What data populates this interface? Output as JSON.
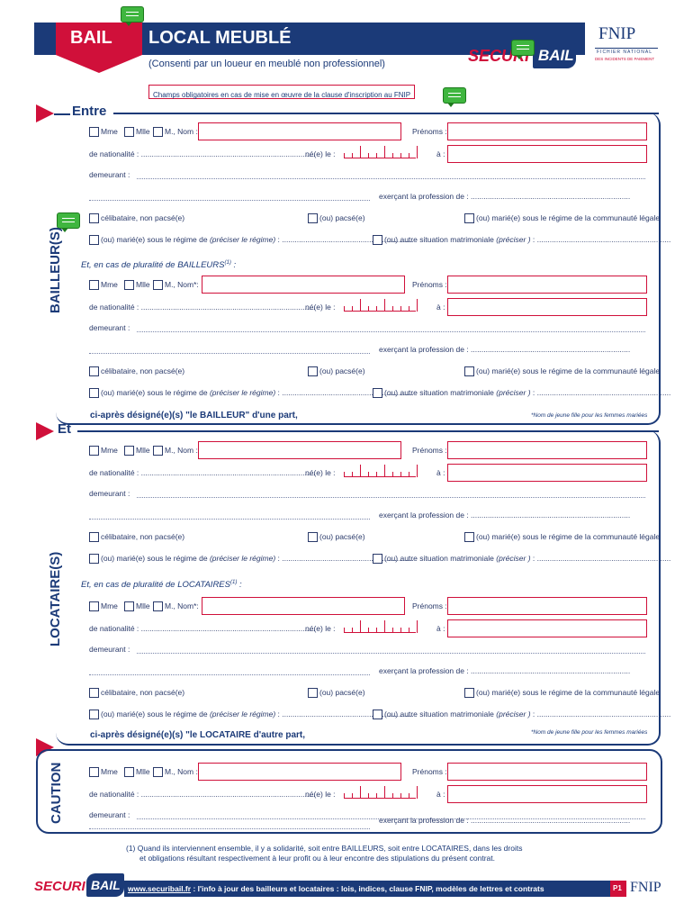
{
  "header": {
    "bail_tab": "BAIL",
    "title": "LOCAL MEUBLÉ",
    "subtitle": "(Consenti par un loueur en meublé non professionnel)",
    "required_note": "Champs obligatoires en cas de mise en œuvre de la clause d'inscription au FNIP",
    "securibail_left": "SECURI",
    "securibail_right": "BAIL",
    "fnip": "FNIP",
    "fnip_sub1": "FICHIER NATIONAL",
    "fnip_sub2": "DES INCIDENTS DE PAIEMENT"
  },
  "labels": {
    "entre": "Entre",
    "et": "Et",
    "bailleurs_side": "BAILLEUR(S)",
    "locataires_side": "LOCATAIRE(S)",
    "caution_side": "CAUTION",
    "mme": "Mme",
    "mlle": "Mlle",
    "m_nom": "M., Nom :",
    "m_nom_star": "M., Nom*:",
    "prenoms": "Prénoms :",
    "nationalite": "de nationalité : ..................................................................................",
    "nee_le": "né(e) le :",
    "a": "à :",
    "demeurant": "demeurant :",
    "profession": "exerçant la profession de : ...........................................................................",
    "celibataire": "célibataire, non pacsé(e)",
    "pacse": "(ou)  pacsé(e)",
    "marie_communaute": "(ou) marié(e) sous le régime de la communauté légale",
    "marie_regime_a": "(ou) marié(e) sous le régime de ",
    "marie_regime_b": "(préciser le régime)",
    "marie_regime_c": " : ..............................................................",
    "autre_a": "(ou) autre situation matrimoniale ",
    "autre_b": "(préciser )",
    "autre_c": " : ...............................................................",
    "pluralite_bailleurs": "Et, en cas de pluralité de BAILLEURS",
    "pluralite_locataires": "Et, en cas de pluralité de LOCATAIRES",
    "footnote_mark": "(1)",
    "designe_bailleur": "ci-après désigné(e)(s) \"le BAILLEUR\" d'une part,",
    "designe_locataire": "ci-après désigné(e)(s) \"le LOCATAIRE d'autre part,",
    "nom_jeune_fille": "*Nom de jeune fille pour les femmes mariées"
  },
  "footnote": {
    "line1": "(1) Quand ils interviennent ensemble,  il y a solidarité, soit entre BAILLEURS, soit entre LOCATAIRES, dans les droits",
    "line2": "et obligations résultant respectivement à leur profit ou à leur encontre des stipulations du présent contrat."
  },
  "footer": {
    "url": "www.securibail.fr",
    "text": " : l'info à jour des bailleurs et locataires : lois, indices, clause FNIP, modèles de lettres et contrats",
    "page": "P1",
    "fnip": "FNIP",
    "securi": "SECURI",
    "bail": "BAIL"
  },
  "colors": {
    "navy": "#1b3a78",
    "red": "#d0103a",
    "chat_green": "#3fb63f"
  }
}
